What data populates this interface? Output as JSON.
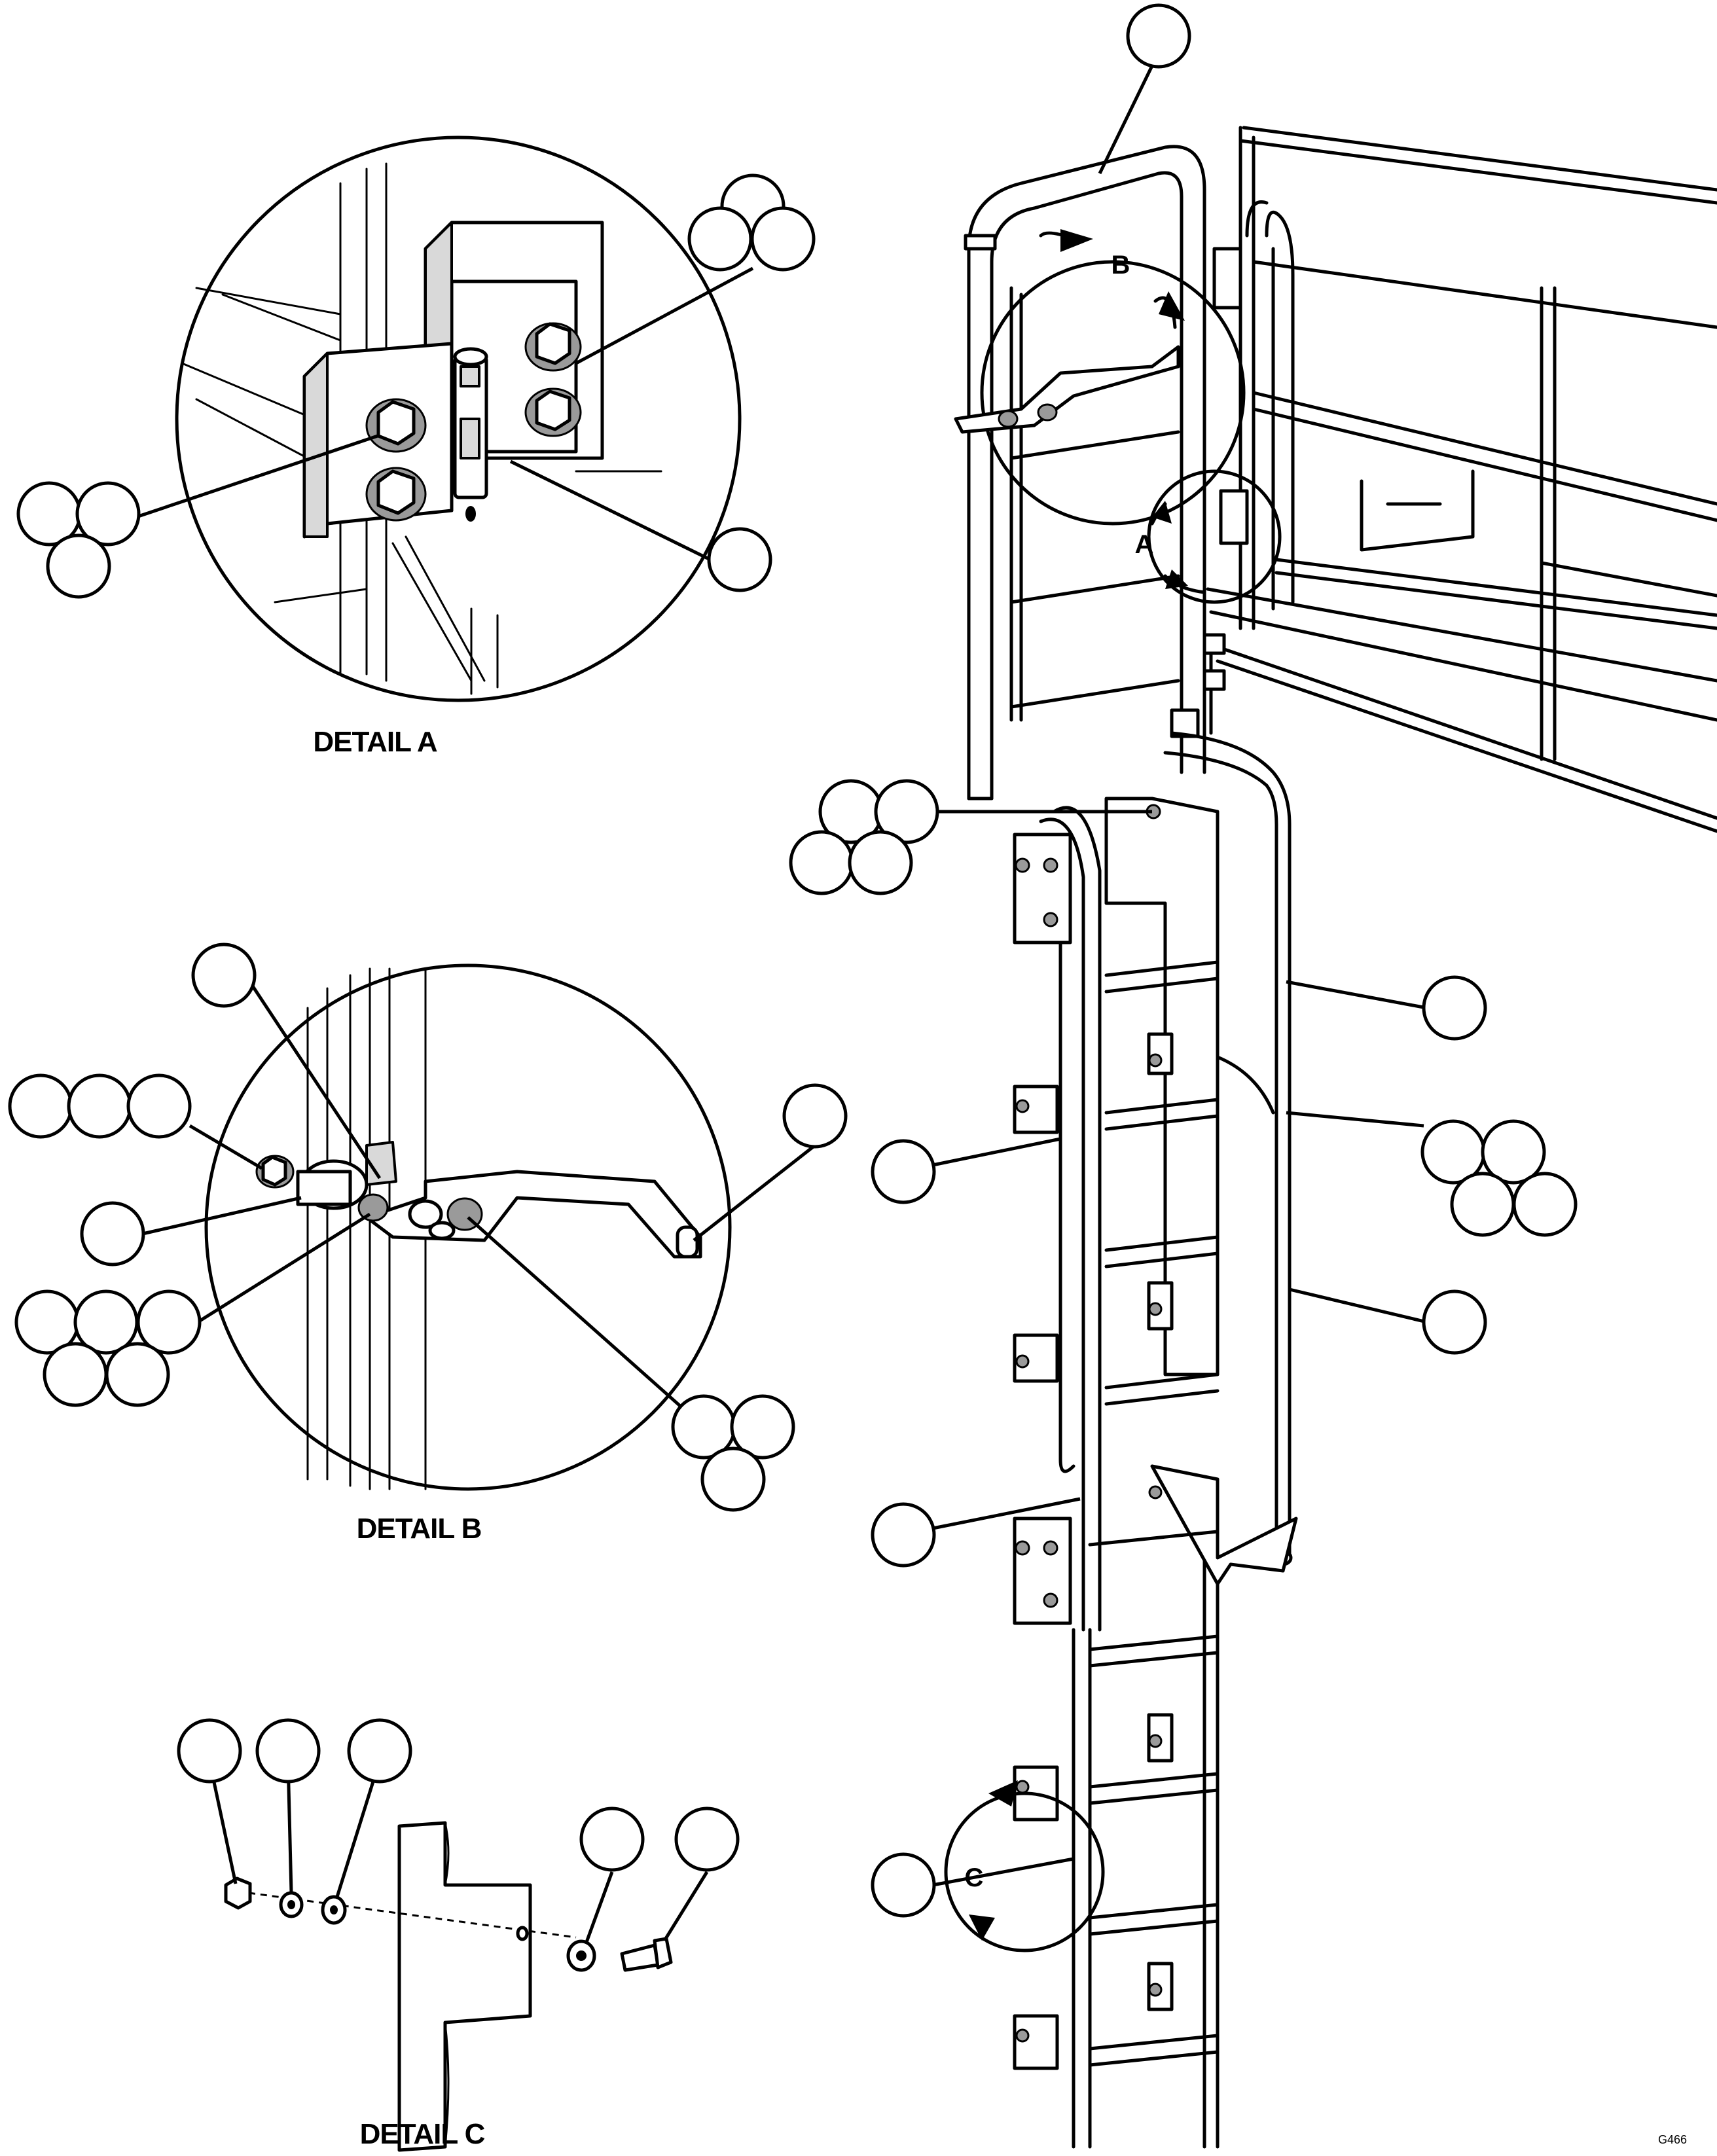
{
  "figure": {
    "detail_labels": {
      "detail_a": "DETAIL A",
      "detail_b": "DETAIL B",
      "detail_c": "DETAIL C"
    },
    "view_letters": {
      "a": "A",
      "b": "B",
      "c": "C"
    },
    "figure_id": "G466"
  }
}
